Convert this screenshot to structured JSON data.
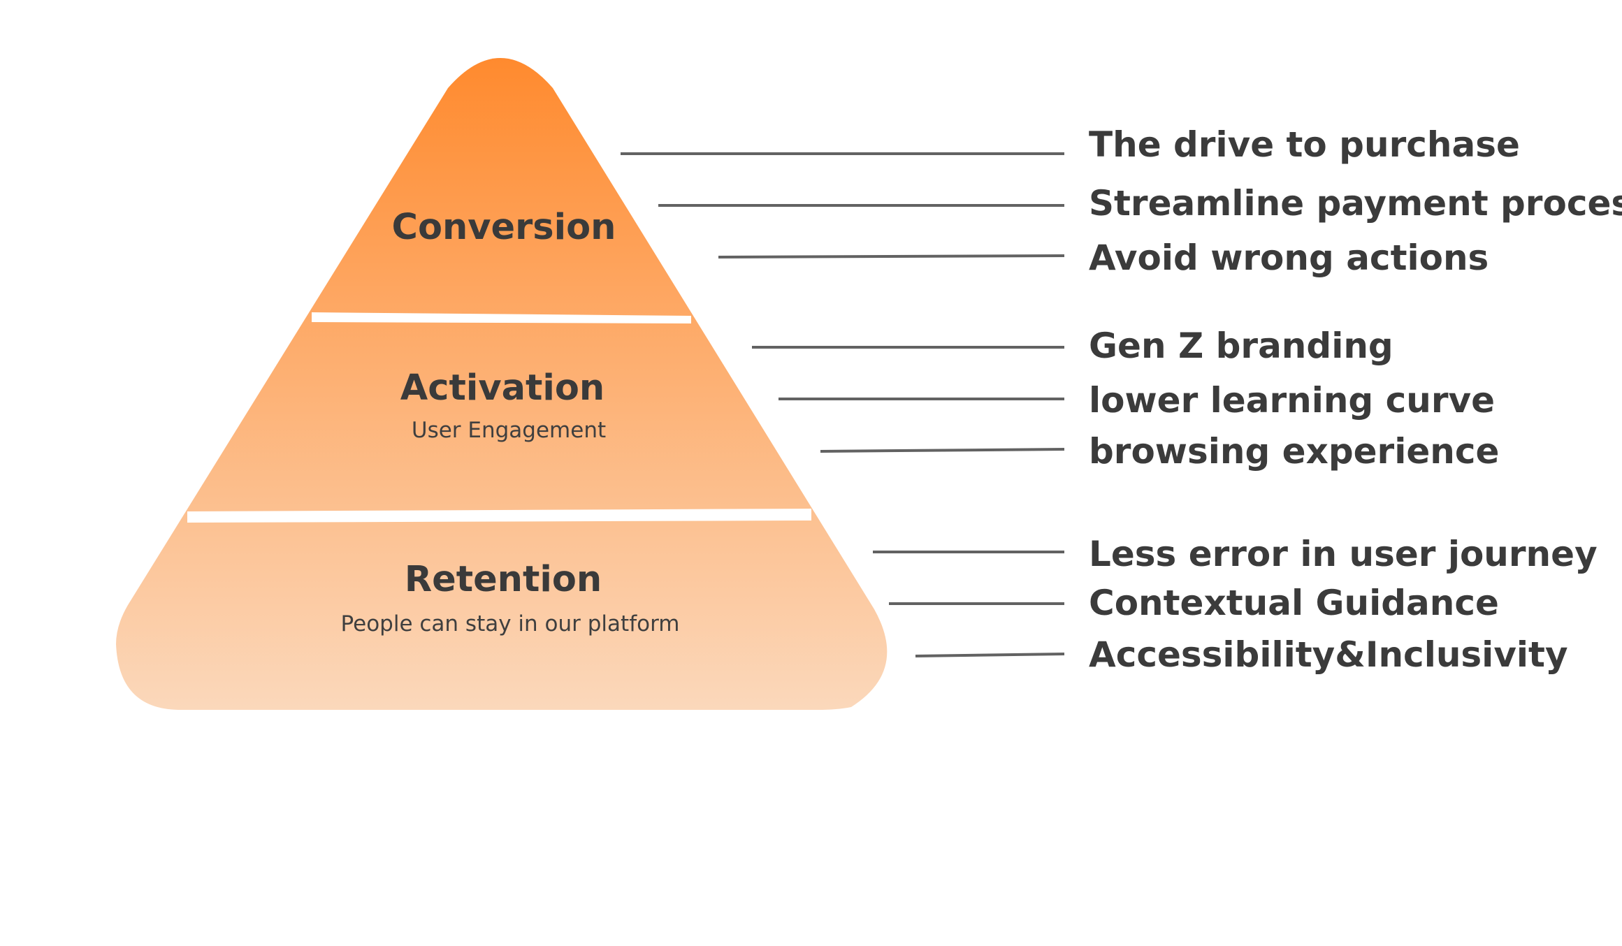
{
  "colors": {
    "gradient_top": "#ff8a2e",
    "gradient_bottom": "#fbd8bb",
    "separator": "#ffffff",
    "leader_line": "#626262",
    "text": "#3a3a3a"
  },
  "tiers": [
    {
      "title": "Conversion",
      "subtitle": "",
      "items": [
        "The drive to purchase",
        "Streamline payment process",
        "Avoid wrong actions"
      ]
    },
    {
      "title": "Activation",
      "subtitle": "User Engagement",
      "items": [
        "Gen Z branding",
        "lower learning curve",
        "browsing experience"
      ]
    },
    {
      "title": "Retention",
      "subtitle": "People can stay in our platform",
      "items": [
        "Less error in user journey",
        "Contextual Guidance",
        "Accessibility&Inclusivity"
      ]
    }
  ]
}
